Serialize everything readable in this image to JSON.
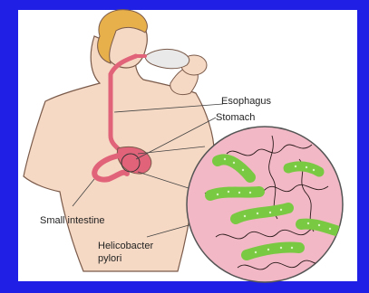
{
  "labels": {
    "esophagus": "Esophagus",
    "stomach": "Stomach",
    "small_intestine": "Small intestine",
    "helicobacter_line1": "Helicobacter",
    "helicobacter_line2": "pylori"
  },
  "colors": {
    "frame": "#1f1fe6",
    "skin": "#f6d9c4",
    "skin_outline": "#7a5a4a",
    "hair": "#e8b04a",
    "organ": "#e0637a",
    "zoom_fill": "#f2b8c6",
    "bacteria": "#7ac943",
    "bacteria_dots": "#d9f5c0",
    "flagella": "#2a1a1a",
    "bag": "#e9e9e9"
  },
  "icons": {
    "figure": "human-figure-icon",
    "magnifier": "magnified-circle-icon"
  }
}
